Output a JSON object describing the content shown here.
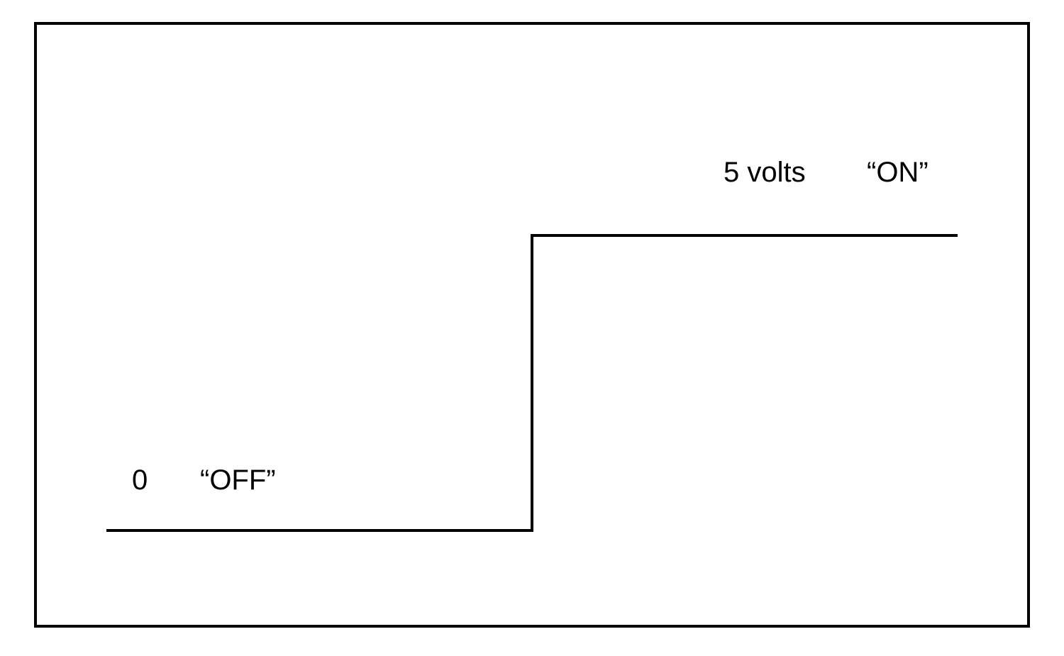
{
  "diagram": {
    "low_level": {
      "value_label": "0",
      "state_label": "“OFF”"
    },
    "high_level": {
      "value_label": "5 volts",
      "state_label": "“ON”"
    }
  },
  "colors": {
    "line": "#000000",
    "background": "#ffffff"
  }
}
